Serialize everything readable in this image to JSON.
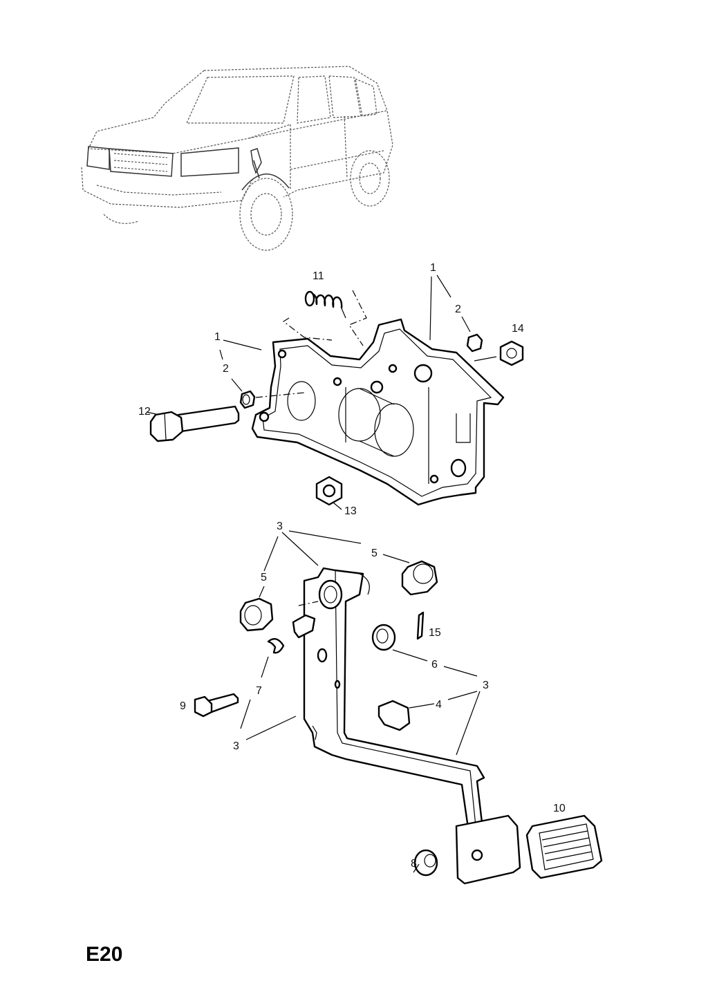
{
  "page_code": "E20",
  "callouts": [
    {
      "id": "c1a",
      "text": "1"
    },
    {
      "id": "c2a",
      "text": "2"
    },
    {
      "id": "c14",
      "text": "14"
    },
    {
      "id": "c11",
      "text": "11"
    },
    {
      "id": "c1b",
      "text": "1"
    },
    {
      "id": "c2b",
      "text": "2"
    },
    {
      "id": "c12",
      "text": "12"
    },
    {
      "id": "c13",
      "text": "13"
    },
    {
      "id": "c3a",
      "text": "3"
    },
    {
      "id": "c5a",
      "text": "5"
    },
    {
      "id": "c5b",
      "text": "5"
    },
    {
      "id": "c15",
      "text": "15"
    },
    {
      "id": "c6",
      "text": "6"
    },
    {
      "id": "c3b",
      "text": "3"
    },
    {
      "id": "c4",
      "text": "4"
    },
    {
      "id": "c7",
      "text": "7"
    },
    {
      "id": "c9",
      "text": "9"
    },
    {
      "id": "c3c",
      "text": "3"
    },
    {
      "id": "c10",
      "text": "10"
    },
    {
      "id": "c8",
      "text": "8"
    }
  ]
}
